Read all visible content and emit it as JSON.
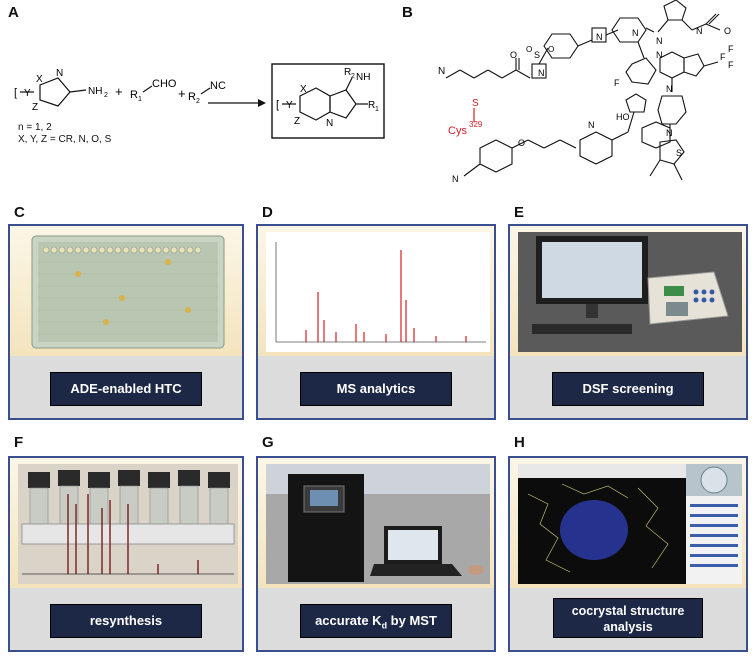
{
  "panels": {
    "A": {
      "label": "A",
      "reaction": {
        "n_note": "n = 1, 2",
        "xyz_note": "X, Y, Z = CR, N, O, S",
        "aldehyde": "R1CHO",
        "isocyanide": "R2NC"
      }
    },
    "B": {
      "label": "B",
      "residue": "Cys",
      "residue_number": "329"
    },
    "C": {
      "label": "C",
      "caption": "ADE-enabled HTC"
    },
    "D": {
      "label": "D",
      "caption": "MS analytics"
    },
    "E": {
      "label": "E",
      "caption": "DSF screening"
    },
    "F": {
      "label": "F",
      "caption": "resynthesis"
    },
    "G": {
      "label": "G",
      "caption_main": "accurate K",
      "caption_sub": "d",
      "caption_tail": " by MST"
    },
    "H": {
      "label": "H",
      "caption": "cocrystal structure analysis"
    }
  },
  "colors": {
    "panel_border": "#3a4f8f",
    "button_bg": "#1c2846",
    "highlight": "#d41f26"
  }
}
